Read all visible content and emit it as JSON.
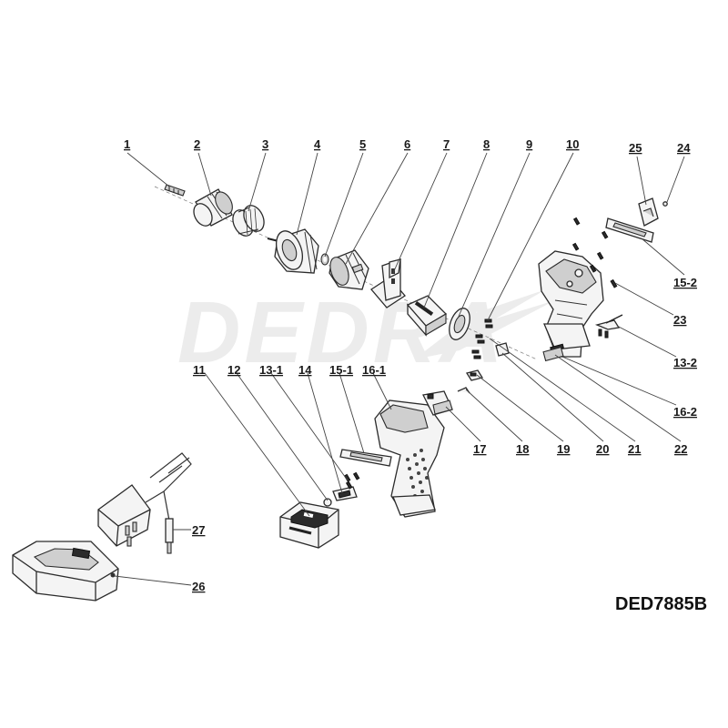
{
  "watermark": "DEDRA",
  "model": "DED7885B",
  "part_labels": {
    "p1": "1",
    "p2": "2",
    "p3": "3",
    "p4": "4",
    "p5": "5",
    "p6": "6",
    "p7": "7",
    "p8": "8",
    "p9": "9",
    "p10": "10",
    "p25": "25",
    "p24": "24",
    "p15_2": "15-2",
    "p23": "23",
    "p13_2": "13-2",
    "p16_2": "16-2",
    "p11": "11",
    "p12": "12",
    "p13_1": "13-1",
    "p14": "14",
    "p15_1": "15-1",
    "p16_1": "16-1",
    "p17": "17",
    "p18": "18",
    "p19": "19",
    "p20": "20",
    "p21": "21",
    "p22": "22",
    "p27": "27",
    "p26": "26"
  }
}
